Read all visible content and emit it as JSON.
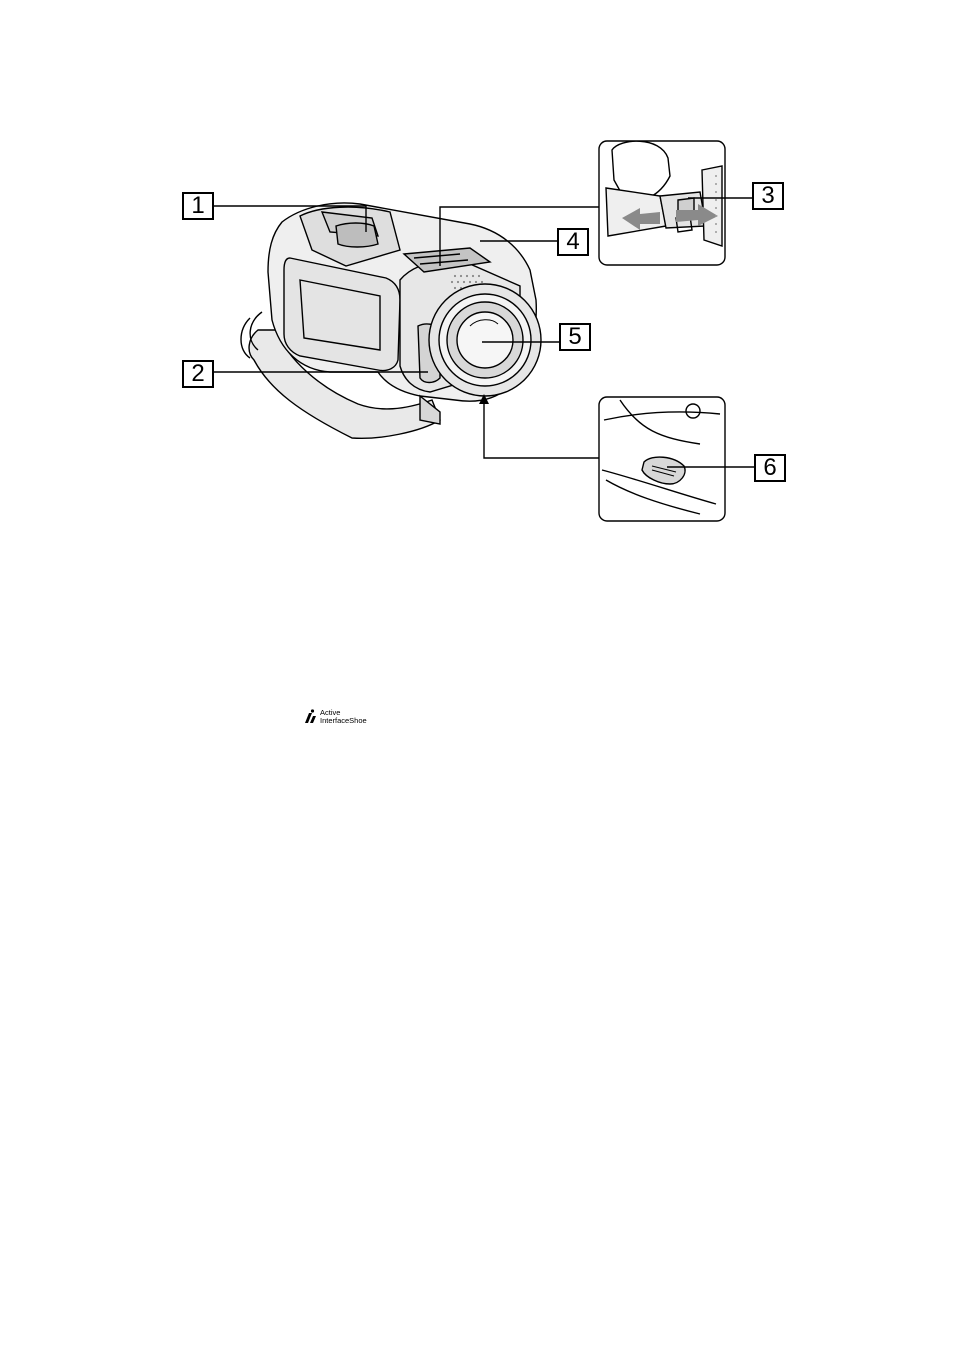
{
  "callouts": {
    "c1": "1",
    "c2": "2",
    "c3": "3",
    "c4": "4",
    "c5": "5",
    "c6": "6"
  },
  "logo": {
    "line1": "Active",
    "line2": "InterfaceShoe"
  },
  "colors": {
    "ink": "#000000",
    "body_light": "#eeeeee",
    "body_mid": "#dcdcdc",
    "arrow_gray": "#8a8a8a"
  }
}
